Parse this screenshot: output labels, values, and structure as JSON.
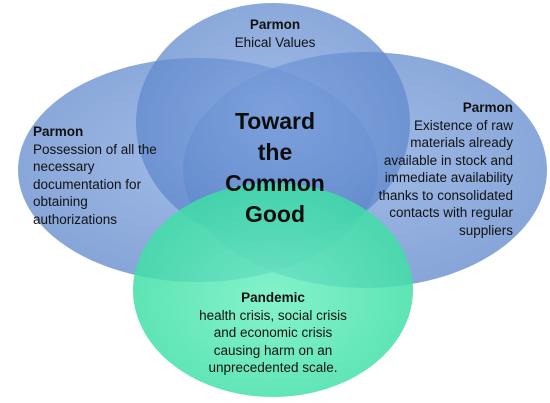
{
  "center": {
    "title": "Toward\nthe\nCommon\nGood"
  },
  "circles": {
    "top": {
      "title": "Parmon",
      "body": "Ehical Values",
      "color": "#5b84c9"
    },
    "left": {
      "title": "Parmon",
      "body": "Possession of all the\nnecessary\ndocumentation for\nobtaining\nauthorizations",
      "color": "#5b84c9"
    },
    "right": {
      "title": "Parmon",
      "body": "Existence of raw\nmaterials already\navailable in stock and\nimmediate availability\nthanks to consolidated\ncontacts with regular\nsuppliers",
      "color": "#5b84c9"
    },
    "bottom": {
      "title": "Pandemic",
      "body": "health crisis, social crisis\nand economic crisis\ncausing harm on an\nunprecedented scale.",
      "color": "#3fe3a8"
    }
  }
}
